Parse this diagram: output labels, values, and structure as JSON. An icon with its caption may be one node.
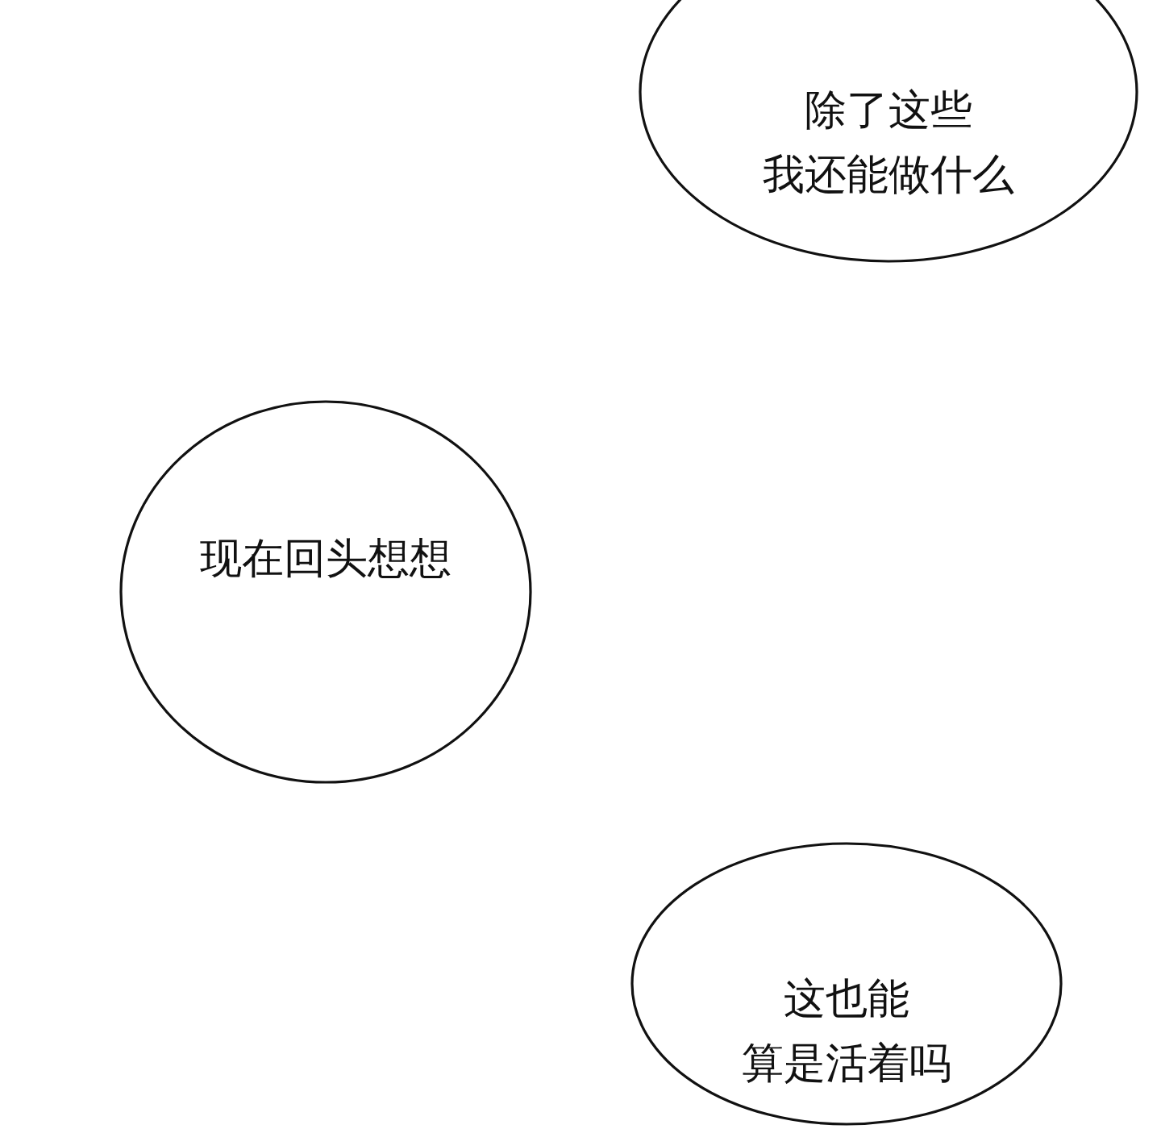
{
  "diagram": {
    "nodes": [
      {
        "text": [
          "除了这些我还能做什么"
        ]
      },
      {
        "text": [
          "现在回头想想"
        ]
      },
      {
        "text": [
          "这也能算是活着吗"
        ]
      }
    ],
    "edges": []
  }
}
